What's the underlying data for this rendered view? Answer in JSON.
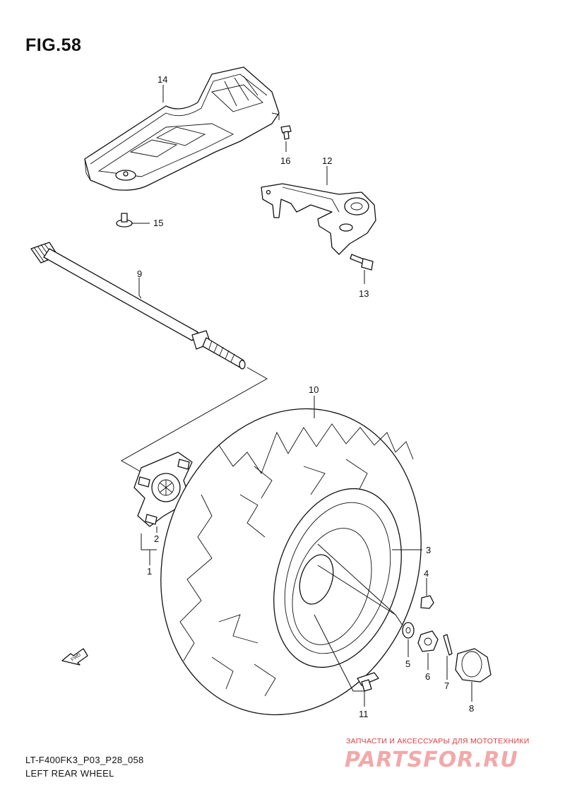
{
  "figure": {
    "title": "FIG.58"
  },
  "callouts": {
    "c1": "1",
    "c2": "2",
    "c3": "3",
    "c4": "4",
    "c5": "5",
    "c6": "6",
    "c7": "7",
    "c8": "8",
    "c9": "9",
    "c10": "10",
    "c11": "11",
    "c12": "12",
    "c13": "13",
    "c14": "14",
    "c15": "15",
    "c16": "16"
  },
  "fwd_arrow": {
    "label": "FWD"
  },
  "caption": {
    "model_code": "LT-F400FK3_P03_P28_058",
    "section_title": "LEFT REAR WHEEL"
  },
  "watermark": {
    "tagline": "ЗАПЧАСТИ И АКСЕССУАРЫ ДЛЯ МОТОТЕХНИКИ",
    "logo_text": "PARTSFOR.RU"
  }
}
